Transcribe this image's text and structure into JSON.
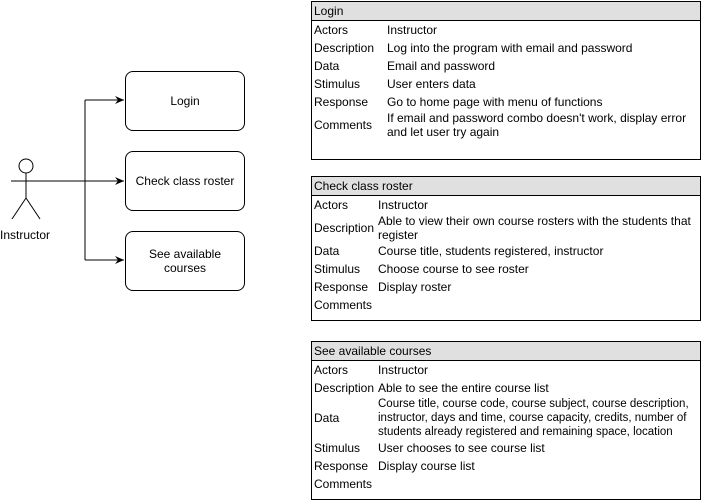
{
  "actor": {
    "label": "Instructor"
  },
  "use_cases": [
    {
      "label": "Login"
    },
    {
      "label": "Check class roster"
    },
    {
      "label": "See available courses"
    }
  ],
  "specs": [
    {
      "title": "Login",
      "rows": [
        {
          "key": "Actors",
          "value": "Instructor"
        },
        {
          "key": "Description",
          "value": "Log into the program with email and password"
        },
        {
          "key": "Data",
          "value": "Email and password"
        },
        {
          "key": "Stimulus",
          "value": "User enters data"
        },
        {
          "key": "Response",
          "value": "Go to home page with menu of functions"
        },
        {
          "key": "Comments",
          "value": "If email and password combo doesn't work, display error and let user try again"
        }
      ]
    },
    {
      "title": "Check class roster",
      "rows": [
        {
          "key": "Actors",
          "value": "Instructor"
        },
        {
          "key": "Description",
          "value": "Able to view their own course rosters with the students that register"
        },
        {
          "key": "Data",
          "value": "Course title, students registered, instructor"
        },
        {
          "key": "Stimulus",
          "value": "Choose course to see roster"
        },
        {
          "key": "Response",
          "value": "Display roster"
        },
        {
          "key": "Comments",
          "value": ""
        }
      ]
    },
    {
      "title": "See available courses",
      "rows": [
        {
          "key": "Actors",
          "value": "Instructor"
        },
        {
          "key": "Description",
          "value": "Able to see the entire course list"
        },
        {
          "key": "Data",
          "value": "Course title, course code, course subject, course description, instructor, days and time, course capacity, credits, number of students already registered and remaining space, location"
        },
        {
          "key": "Stimulus",
          "value": "User chooses to see course list"
        },
        {
          "key": "Response",
          "value": "Display course list"
        },
        {
          "key": "Comments",
          "value": ""
        }
      ]
    }
  ]
}
